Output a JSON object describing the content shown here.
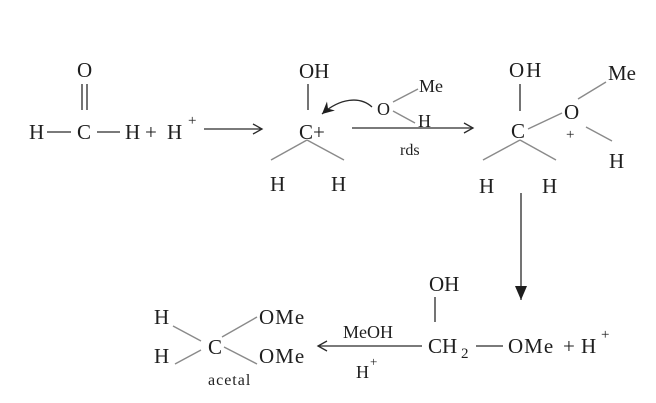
{
  "title": "Acid-catalysed acetal formation from formaldehyde and methanol",
  "colors": {
    "text": "#1e1e1e",
    "bond": "#8a8a8a",
    "arrow": "#2a2a2a"
  },
  "step1": {
    "formaldehyde": {
      "o": "O",
      "h_left": "H",
      "c": "C",
      "h_right": "H"
    },
    "plus": "+",
    "proton": "H",
    "proton_charge": "+"
  },
  "carbocation": {
    "oh": "OH",
    "c_plus": "C+",
    "h_left": "H",
    "h_right": "H"
  },
  "methanol": {
    "o": "O",
    "me": "Me",
    "h": "H"
  },
  "arrow_rds": {
    "label": "rds"
  },
  "oxonium": {
    "oh": "OH",
    "c": "C",
    "o": "O",
    "charge": "+",
    "me": "Me",
    "h_o": "H",
    "h_left": "H",
    "h_right": "H"
  },
  "hemiacetal": {
    "oh": "OH",
    "ch": "CH",
    "sub2": "2",
    "ome": "OMe",
    "plus": "+",
    "proton": "H",
    "proton_charge": "+"
  },
  "arrow_meoh": {
    "above": "MeOH",
    "below": "H",
    "below_charge": "+"
  },
  "acetal": {
    "h_top": "H",
    "h_bottom": "H",
    "c": "C",
    "ome_top": "OMe",
    "ome_bottom": "OMe",
    "label": "acetal"
  }
}
